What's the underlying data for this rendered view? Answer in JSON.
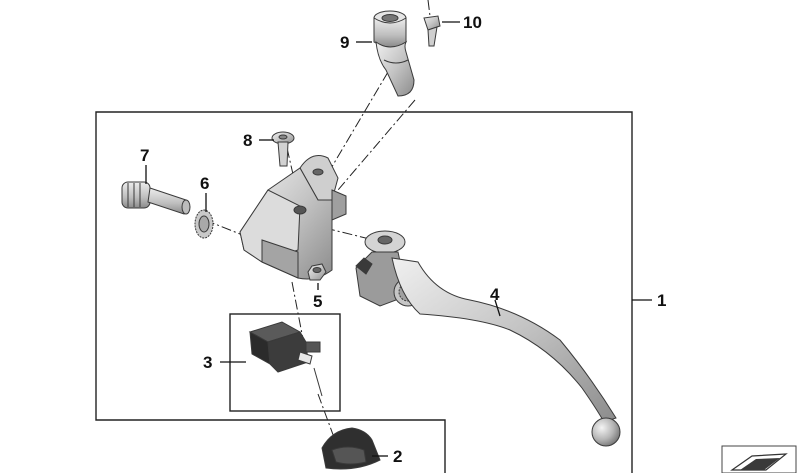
{
  "callouts": [
    {
      "id": "1",
      "label": "1"
    },
    {
      "id": "2",
      "label": "2"
    },
    {
      "id": "3",
      "label": "3"
    },
    {
      "id": "4",
      "label": "4"
    },
    {
      "id": "5",
      "label": "5"
    },
    {
      "id": "6",
      "label": "6"
    },
    {
      "id": "7",
      "label": "7"
    },
    {
      "id": "8",
      "label": "8"
    },
    {
      "id": "9",
      "label": "9"
    },
    {
      "id": "10",
      "label": "10"
    }
  ],
  "colors": {
    "part_light": "#e2e2e2",
    "part_mid": "#b7b7b7",
    "part_dark": "#7a7a7a",
    "part_black": "#2b2b2b",
    "line": "#111111"
  }
}
